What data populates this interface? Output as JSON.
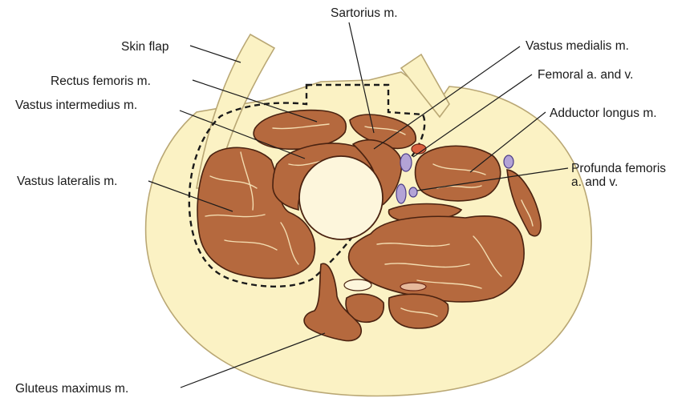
{
  "labels": {
    "sartorius": "Sartorius m.",
    "skin_flap": "Skin flap",
    "vastus_medialis": "Vastus medialis m.",
    "rectus_femoris": "Rectus femoris m.",
    "femoral": "Femoral a. and v.",
    "vastus_intermedius": "Vastus intermedius m.",
    "adductor_longus": "Adductor longus m.",
    "vastus_lateralis": "Vastus lateralis m.",
    "profunda_line1": "Profunda femoris",
    "profunda_line2": "a. and v.",
    "gluteus_maximus": "Gluteus maximus m."
  },
  "colors": {
    "skin": "#fbf2c4",
    "muscle": "#b5693e",
    "bone": "#fdf6dc",
    "vein": "#b3a3d6",
    "artery": "#d9603f"
  }
}
